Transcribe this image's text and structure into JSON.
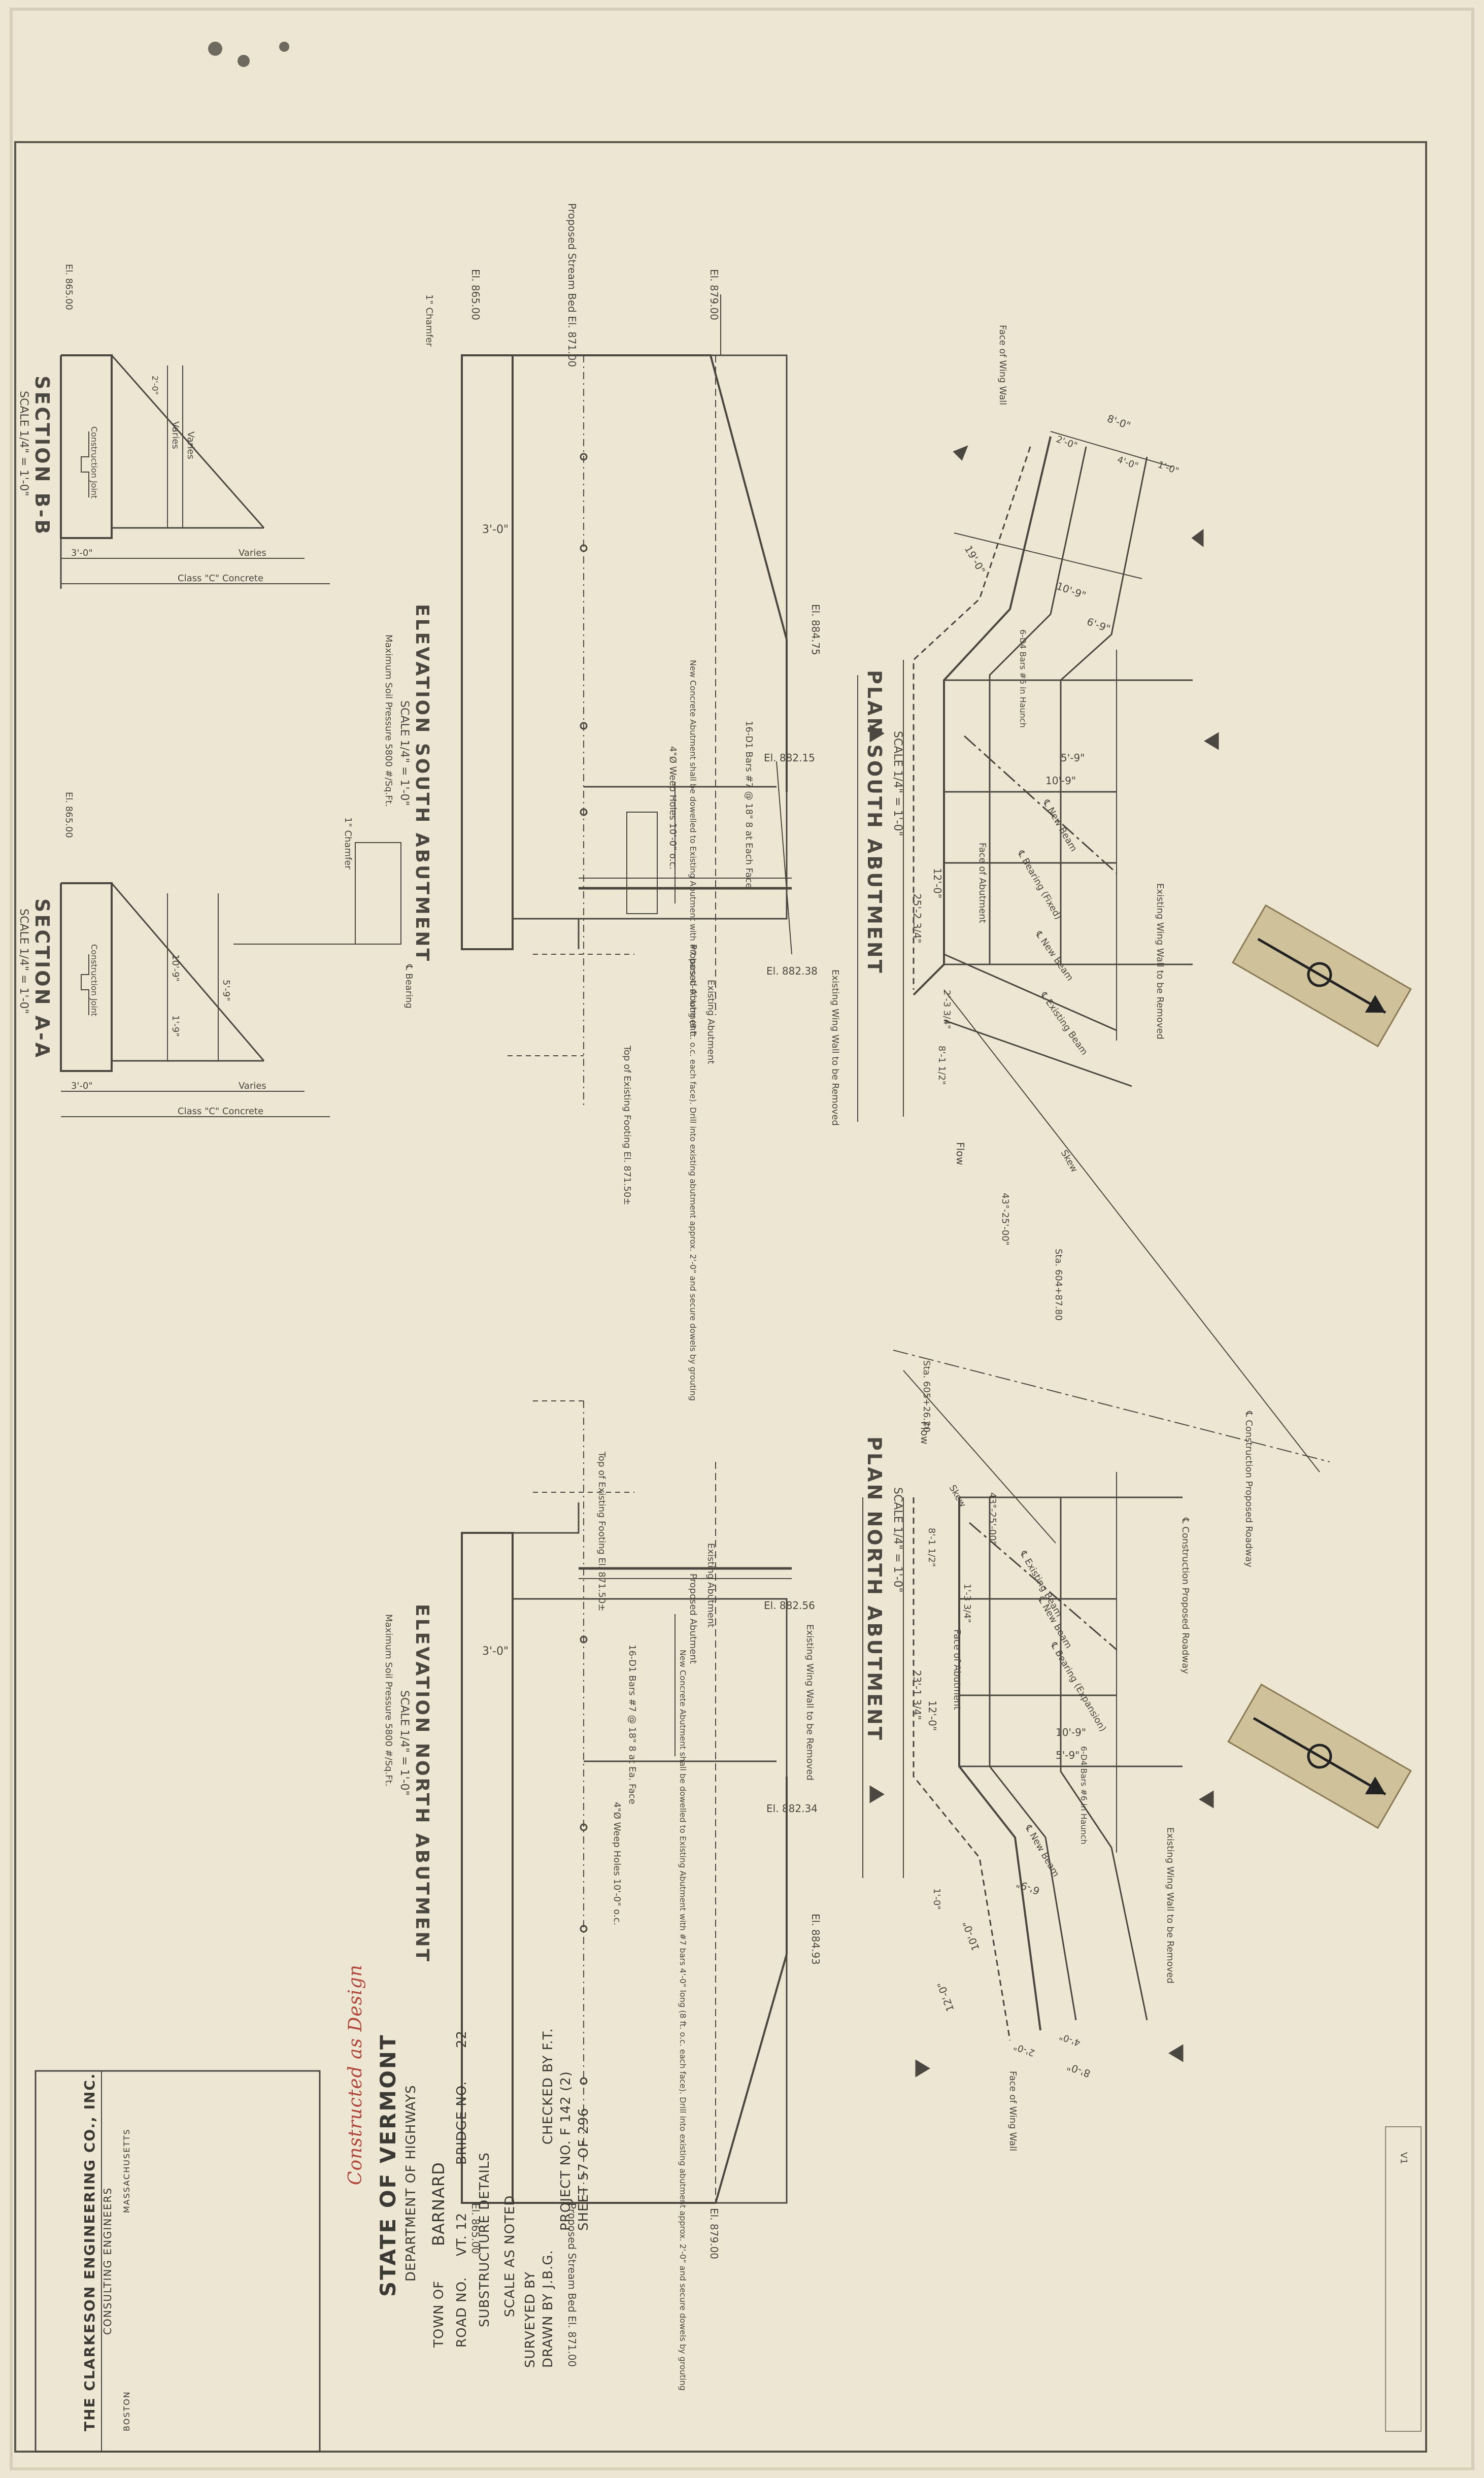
{
  "title_block": {
    "state": "STATE OF VERMONT",
    "department": "DEPARTMENT OF HIGHWAYS",
    "town_label": "TOWN OF",
    "town": "BARNARD",
    "road_label": "ROAD NO.",
    "road": "VT. 12",
    "bridge_label": "BRIDGE NO.",
    "bridge": "22",
    "subject": "SUBSTRUCTURE DETAILS",
    "scale": "SCALE AS NOTED",
    "surveyed": "SURVEYED BY",
    "checked": "CHECKED BY F.T.",
    "drawn": "DRAWN BY J.B.G.",
    "project": "PROJECT NO. F 142 (2)",
    "sheet": "SHEET 57 OF 296",
    "firm": "THE CLARKESON ENGINEERING CO., INC.",
    "firm_sub": "CONSULTING ENGINEERS",
    "city": "BOSTON",
    "state_abbr": "MASSACHUSETTS",
    "handwritten": "Constructed as Design"
  },
  "views": {
    "plan_south": {
      "title": "PLAN SOUTH ABUTMENT",
      "scale": "SCALE 1/4\" = 1'-0\""
    },
    "plan_north": {
      "title": "PLAN NORTH ABUTMENT",
      "scale": "SCALE 1/4\" = 1'-0\""
    },
    "elev_south": {
      "title": "ELEVATION SOUTH ABUTMENT",
      "scale": "SCALE 1/4\" = 1'-0\"",
      "soil": "Maximum Soil Pressure 5800 #/Sq.Ft."
    },
    "elev_north": {
      "title": "ELEVATION NORTH ABUTMENT",
      "scale": "SCALE 1/4\" = 1'-0\"",
      "soil": "Maximum Soil Pressure 5800 #/Sq.Ft."
    },
    "section_bb": {
      "title": "SECTION B-B",
      "scale": "SCALE 1/4\" = 1'-0\""
    },
    "section_aa": {
      "title": "SECTION A-A",
      "scale": "SCALE 1/4\" = 1'-0\""
    }
  },
  "labels": {
    "el_879": "El. 879.00",
    "el_865": "El. 865.00",
    "el_865b": "El. 865.00",
    "el_865c": "El. 865.00",
    "el_884_75": "El. 884.75",
    "el_882_15": "El. 882.15",
    "el_882_38": "El. 882.38",
    "el_882_56": "El. 882.56",
    "el_882_34": "El. 882.34",
    "el_884_93": "El. 884.93",
    "el_879b": "El. 879.00",
    "el_865d": "El. 865.00",
    "streambed_s": "Proposed Stream Bed El. 871.00",
    "streambed_n": "Proposed Stream Bed El. 871.00",
    "face_wing_s": "Face of Wing Wall",
    "face_wing_n": "Face of Wing Wall",
    "existing_wing_s": "Existing Wing Wall to be Removed",
    "existing_wing_n": "Existing Wing Wall to be Removed",
    "existing_wing_elev_s": "Existing Wing Wall to be Removed",
    "existing_wing_elev_n": "Existing Wing Wall to be Removed",
    "new_beam": "℄ New Beam",
    "bearing_fixed": "℄ Bearing (Fixed)",
    "bearing_exp": "℄ Bearing (Expansion)",
    "existing_beam": "℄ Existing Beam",
    "face_abutment": "Face of Abutment",
    "face_abutment_n": "Face of Abutment",
    "construction_roadway": "℄ Construction Proposed Roadway",
    "construction_roadway_n": "℄ Construction Proposed Roadway",
    "sta_s": "Sta. 604+87.80",
    "sta_n": "Sta. 605+26.20",
    "skew_s": "43°-25'-00\"",
    "skew_n": "43°-25'-00\"",
    "flow_s": "Flow",
    "flow_n": "Flow",
    "skew_label": "Skew",
    "skew_label_n": "Skew",
    "bars_note_s": "16-D1 Bars #7 @ 18\" 8 at Each Face",
    "bars_note_n": "16-D1 Bars #7 @ 18\" 8 at Ea. Face",
    "dowel_note_s": "New Concrete Abutment shall be dowelled to Existing Abutment with #7 bars 4'-0\" long (8 ft. o.c. each face). Drill into existing abutment approx. 2'-0\" and secure dowels by grouting",
    "dowel_note_n": "New Concrete Abutment shall be dowelled to Existing Abutment with #7 bars 4'-0\" long (8 ft. o.c. each face). Drill into existing abutment approx. 2'-0\" and secure dowels by grouting",
    "weep_s": "4\"Ø Weep Holes 10'-0\" o.c.",
    "weep_n": "4\"Ø Weep Holes 10'-0\" o.c.",
    "prop_abut": "Proposed Abutment",
    "exist_abut": "Existing Abutment",
    "prop_abut_n": "Proposed Abutment",
    "exist_abut_n": "Existing Abutment",
    "top_footing_s": "Top of Existing Footing El. 871.50±",
    "top_footing_n": "Top of Existing Footing El. 871.50±",
    "chamfer_s": "1\" Chamfer",
    "chamfer_s2": "1\" Chamfer",
    "cl_bearing_s": "℄ Bearing",
    "constr_joint_b": "Construction Joint",
    "constr_joint_a": "Construction Joint",
    "varies_b1": "Varies",
    "varies_b2": "Varies",
    "varies_b3": "Varies",
    "varies_a": "Varies",
    "class_c_b": "Class \"C\" Concrete",
    "class_c_a": "Class \"C\" Concrete",
    "dowels_6_d4": "6-D4 Bars #6 in Haunch",
    "dowels_6_d4_n": "6-D4 Bars #6 in Haunch",
    "sheet_tag": "V1"
  },
  "dims": {
    "d_8_0": "8'-0\"",
    "d_2_0": "2'-0\"",
    "d_2_0b": "2'-0\"",
    "d_4_0": "4'-0\"",
    "d_1_0": "1'-0\"",
    "d_19_0": "19'-0\"",
    "d_10_9": "10'-9\"",
    "d_6_9": "6'-9\"",
    "d_5_9": "5'-9\"",
    "d_10_9b": "10'-9\"",
    "d_12_0": "12'-0\"",
    "d_25_2": "25'-2 3/4\"",
    "d_2_3": "2'-3 3/4\"",
    "d_8_1": "8'-1 1/2\"",
    "d_3_0a": "3'-0\"",
    "d_3_0b": "3'-0\"",
    "d_3_0c": "3'-0\"",
    "d_3_0d": "3'-0\"",
    "d_10_9c": "10'-9\"",
    "d_1_9": "1'-9\"",
    "d_5_9b": "5'-9\"",
    "d_10_9n": "10'-9\"",
    "d_5_9n": "5'-9\"",
    "d_12_0n": "12'-0\"",
    "d_23_1": "23'-1 3/4\"",
    "d_8_1n": "8'-1 1/2\"",
    "d_1_3n": "1'-3 3/4\"",
    "d_6_9n": "6'-9\"",
    "d_10_0n": "10'-0\"",
    "d_12_0n2": "12'-0\"",
    "d_8_0n": "8'-0\"",
    "d_4_0n": "4'-0\"",
    "d_2_0n": "2'-0\"",
    "d_1_0n": "1'-0\""
  },
  "colors": {
    "paper": "#ede6d3",
    "ink": "#4a4840",
    "faint": "#8a8577",
    "red_ink": "#b3463a"
  }
}
